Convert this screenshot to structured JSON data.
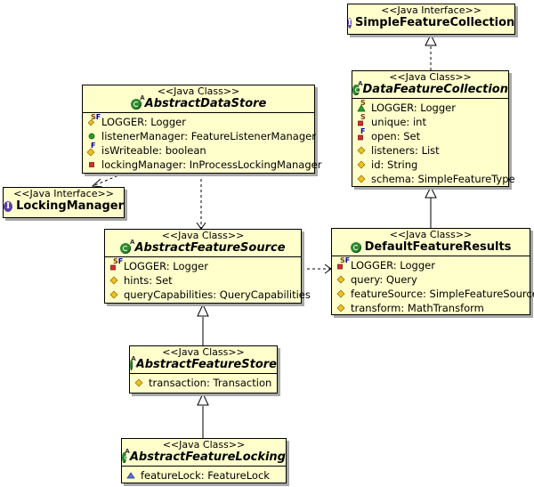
{
  "boxes": {
    "simple_feature_collection": {
      "stereotype": "<<Java Interface>>",
      "name": "SimpleFeatureCollection",
      "kind": "interface"
    },
    "data_feature_collection": {
      "stereotype": "<<Java Class>>",
      "name": "DataFeatureCollection",
      "kind": "abstract-class",
      "attributes": [
        {
          "vis": "protected-static",
          "text": "LOGGER: Logger"
        },
        {
          "vis": "private-static",
          "text": "unique: int"
        },
        {
          "vis": "private-final",
          "text": "open: Set"
        },
        {
          "vis": "protected",
          "text": "listeners: List"
        },
        {
          "vis": "protected",
          "text": "id: String"
        },
        {
          "vis": "protected",
          "text": "schema: SimpleFeatureType"
        }
      ]
    },
    "abstract_data_store": {
      "stereotype": "<<Java Class>>",
      "name": "AbstractDataStore",
      "kind": "abstract-class",
      "attributes": [
        {
          "vis": "static-final",
          "text": "LOGGER: Logger"
        },
        {
          "vis": "public",
          "text": "listenerManager: FeatureListenerManager"
        },
        {
          "vis": "protected-final",
          "text": "isWriteable: boolean"
        },
        {
          "vis": "private",
          "text": "lockingManager: InProcessLockingManager"
        }
      ]
    },
    "locking_manager": {
      "stereotype": "<<Java Interface>>",
      "name": "LockingManager",
      "kind": "interface"
    },
    "abstract_feature_source": {
      "stereotype": "<<Java Class>>",
      "name": "AbstractFeatureSource",
      "kind": "abstract-class",
      "attributes": [
        {
          "vis": "private-static-final",
          "text": "LOGGER: Logger"
        },
        {
          "vis": "protected",
          "text": "hints: Set"
        },
        {
          "vis": "protected",
          "text": "queryCapabilities: QueryCapabilities"
        }
      ]
    },
    "default_feature_results": {
      "stereotype": "<<Java Class>>",
      "name": "DefaultFeatureResults",
      "kind": "class",
      "attributes": [
        {
          "vis": "private-static-final",
          "text": "LOGGER: Logger"
        },
        {
          "vis": "protected",
          "text": "query: Query"
        },
        {
          "vis": "protected",
          "text": "featureSource: SimpleFeatureSource"
        },
        {
          "vis": "protected",
          "text": "transform: MathTransform"
        }
      ]
    },
    "abstract_feature_store": {
      "stereotype": "<<Java Class>>",
      "name": "AbstractFeatureStore",
      "kind": "abstract-class",
      "attributes": [
        {
          "vis": "protected",
          "text": "transaction: Transaction"
        }
      ]
    },
    "abstract_feature_locking": {
      "stereotype": "<<Java Class>>",
      "name": "AbstractFeatureLocking",
      "kind": "abstract-class",
      "attributes": [
        {
          "vis": "package",
          "text": "featureLock: FeatureLock"
        }
      ]
    }
  },
  "relations": [
    {
      "from": "data_feature_collection",
      "to": "simple_feature_collection",
      "type": "realization"
    },
    {
      "from": "default_feature_results",
      "to": "data_feature_collection",
      "type": "generalization"
    },
    {
      "from": "abstract_data_store",
      "to": "locking_manager",
      "type": "dependency"
    },
    {
      "from": "abstract_data_store",
      "to": "abstract_feature_source",
      "type": "dependency"
    },
    {
      "from": "abstract_feature_source",
      "to": "default_feature_results",
      "type": "dependency"
    },
    {
      "from": "abstract_feature_store",
      "to": "abstract_feature_source",
      "type": "generalization"
    },
    {
      "from": "abstract_feature_locking",
      "to": "abstract_feature_store",
      "type": "generalization"
    }
  ]
}
